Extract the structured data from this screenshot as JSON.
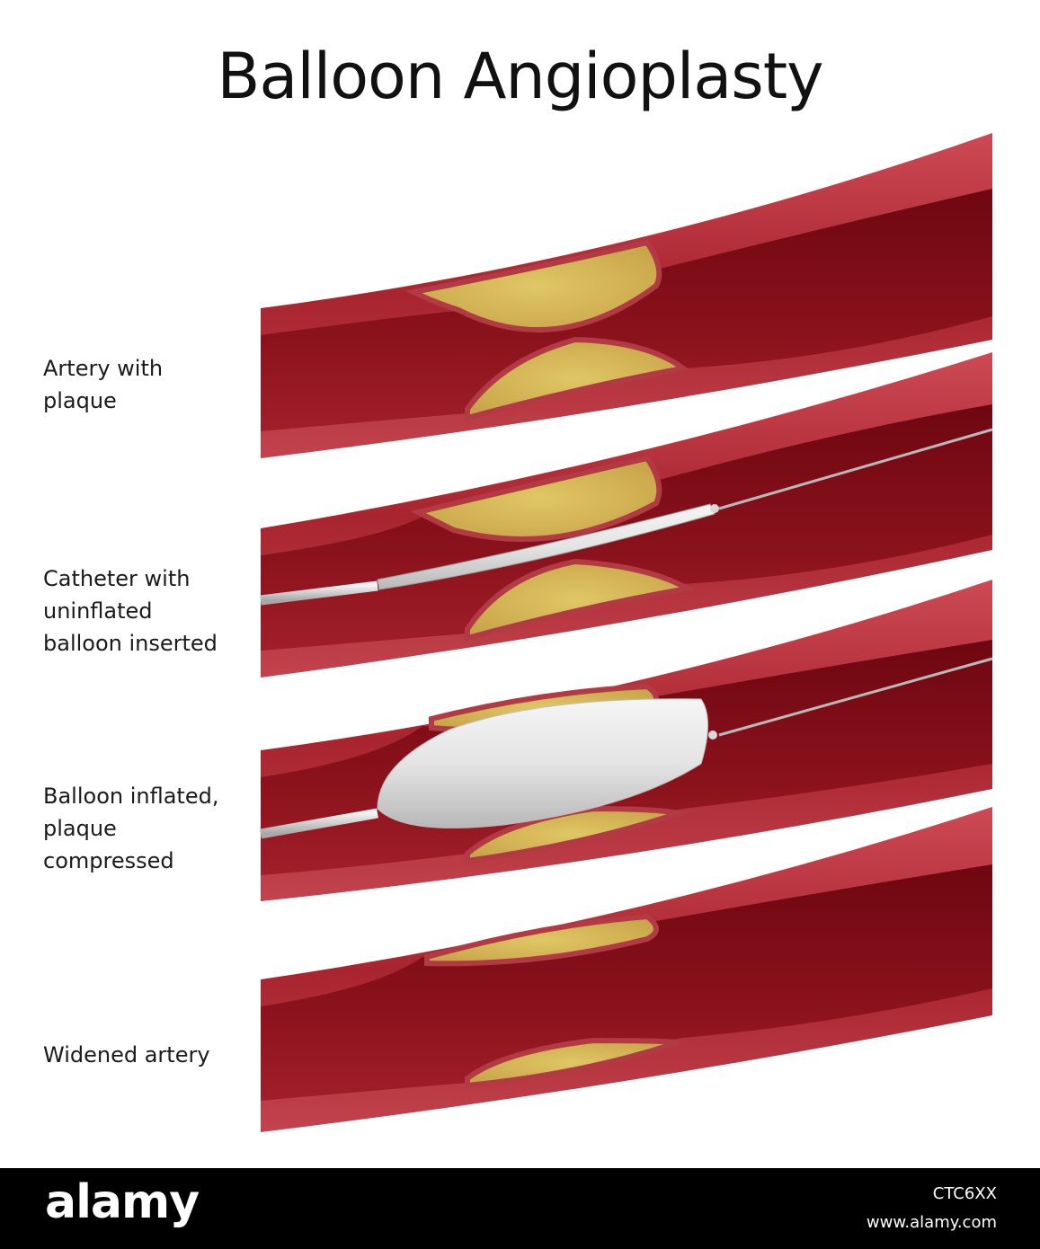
{
  "title": "Balloon Angioplasty",
  "stages": [
    {
      "lines": [
        "Artery with",
        "plaque"
      ]
    },
    {
      "lines": [
        "Catheter with",
        "uninflated",
        "balloon inserted"
      ]
    },
    {
      "lines": [
        "Balloon inflated,",
        "plaque",
        "compressed"
      ]
    },
    {
      "lines": [
        "Widened artery"
      ]
    }
  ],
  "footer": {
    "logo": "alamy",
    "image_id": "CTC6XX",
    "url": "www.alamy.com"
  },
  "colors": {
    "artery_light": "#c4454f",
    "artery_dark": "#7d0b16",
    "plaque": "#d8bb5a",
    "plaque_edge": "#b23a44",
    "balloon": "#e2e2e2"
  }
}
